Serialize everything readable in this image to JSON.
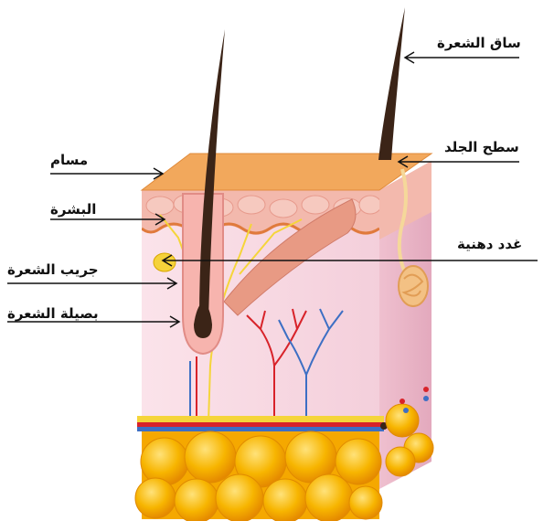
{
  "labels": {
    "hair_shaft": "ساق الشعرة",
    "skin_surface": "سطح الجلد",
    "sebaceous_glands": "غدد دهنية",
    "pore": "مسام",
    "epidermis": "البشرة",
    "hair_follicle": "جريب الشعرة",
    "hair_bulb": "بصيلة الشعرة"
  },
  "colors": {
    "surface": "#f2a85c",
    "epidermis": "#f3b9ad",
    "dermis": "#f9dde4",
    "hair": "#3b2417",
    "fat": "#f7b500",
    "artery": "#d8232a",
    "vein": "#3d6fc4",
    "nerve": "#f5d53a"
  }
}
